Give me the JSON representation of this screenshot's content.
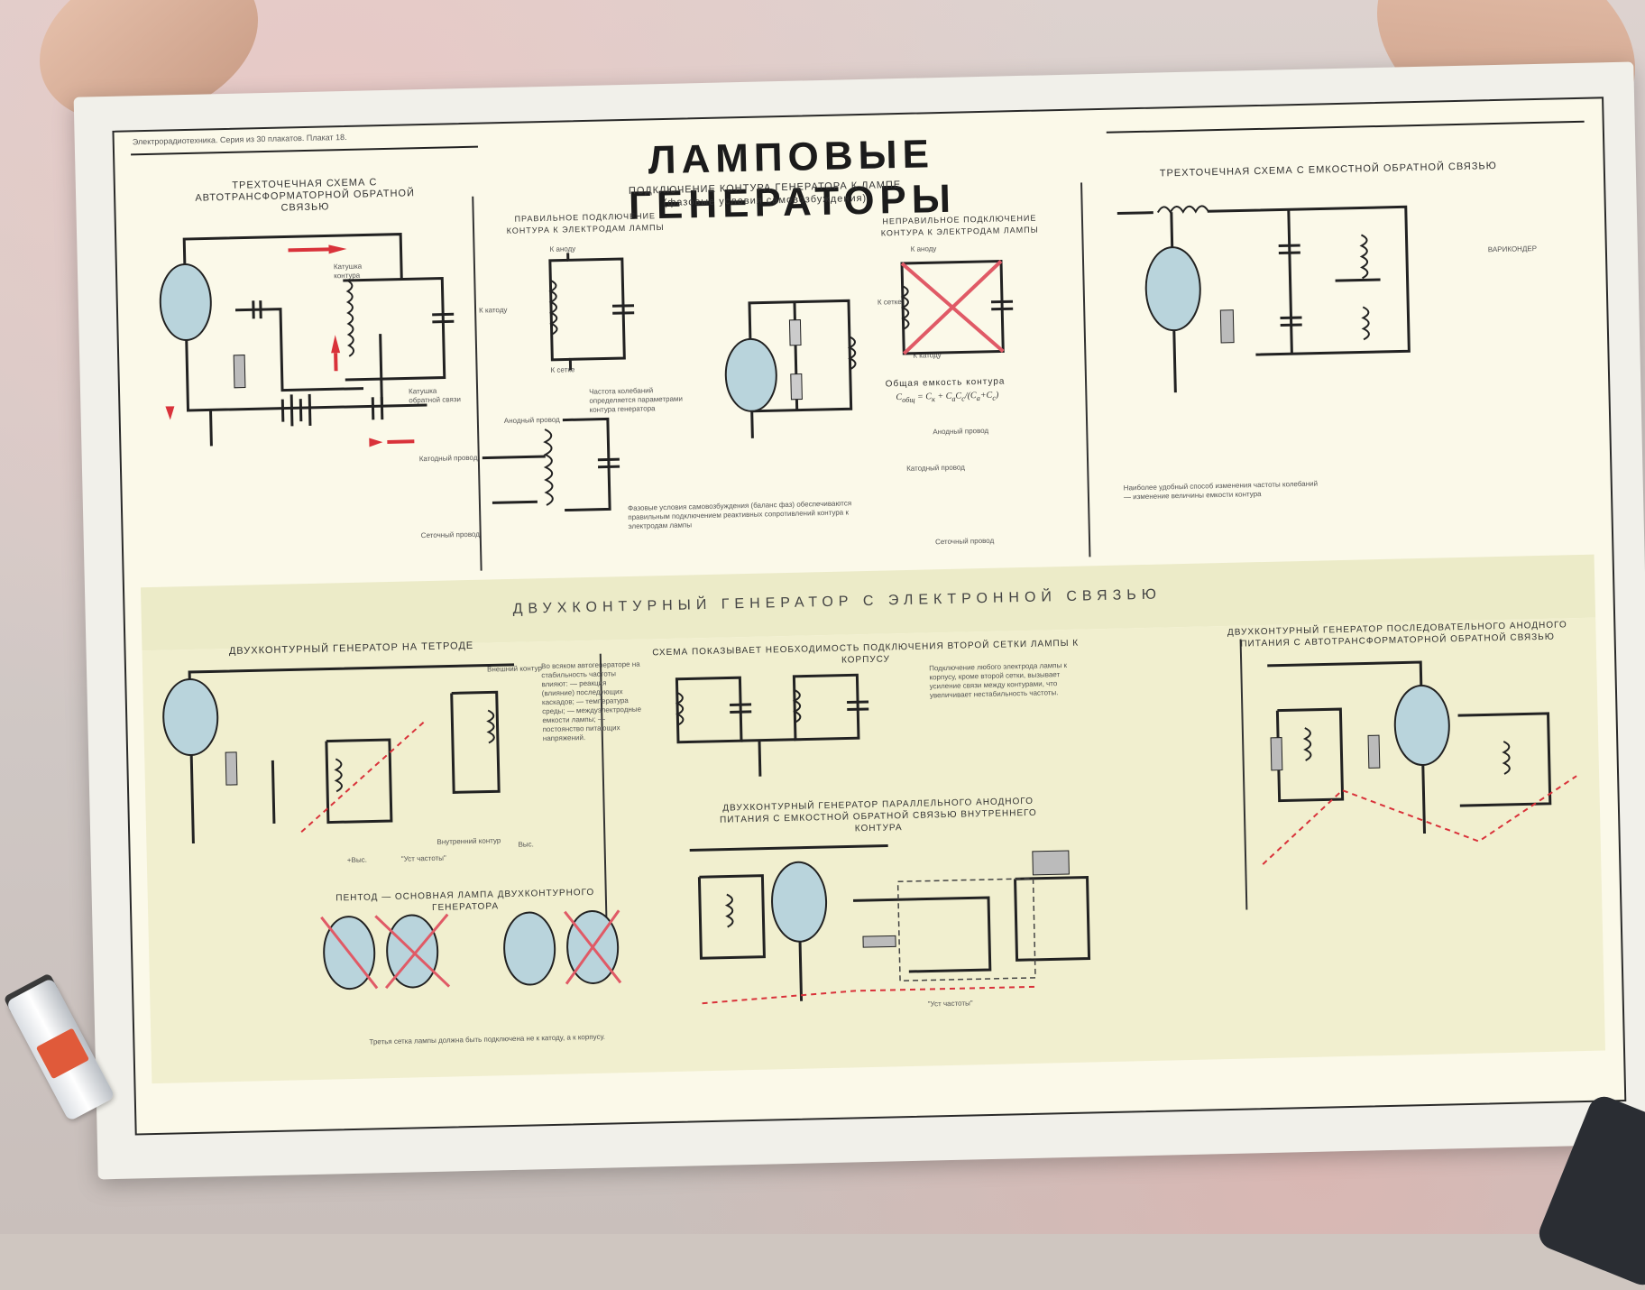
{
  "poster": {
    "title": "ЛАМПОВЫЕ ГЕНЕРАТОРЫ",
    "series_line": "Электрорадиотехника. Серия из 30 плакатов. Плакат 18.",
    "sections": {
      "autotransformer": "ТРЕХТОЧЕЧНАЯ СХЕМА С АВТОТРАНСФОРМАТОРНОЙ ОБРАТНОЙ СВЯЗЬЮ",
      "connection": "ПОДКЛЮЧЕНИЕ КОНТУРА ГЕНЕРАТОРА К ЛАМПЕ",
      "connection_sub": "(фазовые условия самовозбуждения)",
      "correct": "ПРАВИЛЬНОЕ ПОДКЛЮЧЕНИЕ КОНТУРА К ЭЛЕКТРОДАМ ЛАМПЫ",
      "incorrect": "НЕПРАВИЛЬНОЕ ПОДКЛЮЧЕНИЕ КОНТУРА К ЭЛЕКТРОДАМ ЛАМПЫ",
      "capacitive": "ТРЕХТОЧЕЧНАЯ СХЕМА С ЕМКОСТНОЙ ОБРАТНОЙ СВЯЗЬЮ",
      "two_circuit": "ДВУХКОНТУРНЫЙ ГЕНЕРАТОР С ЭЛЕКТРОННОЙ СВЯЗЬЮ",
      "tetrode": "ДВУХКОНТУРНЫЙ ГЕНЕРАТОР НА ТЕТРОДЕ",
      "second_grid": "СХЕМА ПОКАЗЫВАЕТ НЕОБХОДИМОСТЬ ПОДКЛЮЧЕНИЯ ВТОРОЙ СЕТКИ ЛАМПЫ К КОРПУСУ",
      "series_anode": "ДВУХКОНТУРНЫЙ ГЕНЕРАТОР ПОСЛЕДОВАТЕЛЬНОГО АНОДНОГО ПИТАНИЯ С АВТОТРАНСФОРМАТОРНОЙ ОБРАТНОЙ СВЯЗЬЮ",
      "parallel_anode": "ДВУХКОНТУРНЫЙ ГЕНЕРАТОР ПАРАЛЛЕЛЬНОГО АНОДНОГО ПИТАНИЯ С ЕМКОСТНОЙ ОБРАТНОЙ СВЯЗЬЮ ВНУТРЕННЕГО КОНТУРА",
      "pentode": "ПЕНТОД — ОСНОВНАЯ ЛАМПА ДВУХКОНТУРНОГО ГЕНЕРАТОРА"
    },
    "labels": {
      "k_anodu": "К аноду",
      "k_katodu": "К катоду",
      "k_setke": "К сетке",
      "total_cap": "Общая емкость контура",
      "anodnyi_provod": "Анодный провод",
      "katodnyi_provod": "Катодный провод",
      "setochnyi_provod": "Сеточный провод",
      "varikonder": "ВАРИКОНДЕР",
      "vneshniy_kontur": "Внешний контур",
      "vnutrenniy_kontur": "Внутренний контур",
      "ust_chastoty": "\"Уст частоты\"",
      "plus_vys": "+Выс.",
      "minus_vys": "Выс.",
      "katushka_kontura": "Катушка контура",
      "katushka_obratnoy": "Катушка обратной связи"
    },
    "paragraphs": {
      "connection_note": "Частота колебаний определяется параметрами контура генератора",
      "phase_note": "Фазовые условия самовозбуждения (баланс фаз) обеспечиваются правильным подключением реактивных сопротивлений контура к электродам лампы",
      "tetrode_note": "Во всяком автогенераторе на стабильность частоты влияют: — реакция (влияние) последующих каскадов; — температура среды; — междуэлектродные емкости лампы; — постоянство питающих напряжений.",
      "second_grid_note": "Подключение любого электрода лампы к корпусу, кроме второй сетки, вызывает усиление связи между контурами, что увеличивает нестабильность частоты.",
      "capacitive_note": "Наиболее удобный способ изменения частоты колебаний — изменение величины емкости контура",
      "pentode_note": "Третья сетка лампы должна быть подключена не к катоду, а к корпусу."
    }
  }
}
